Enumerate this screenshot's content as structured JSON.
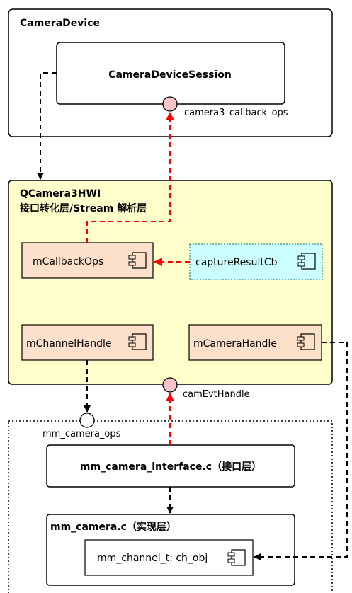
{
  "colors": {
    "frame_stroke": "#000000",
    "hwi_fill": "#ffffcc",
    "component_fill": "#fde0c9",
    "callback_fill": "#ccffff",
    "callback_border": "#2e8b8b",
    "interface_circle_red": "#f9c3c9",
    "red_arrow": "#ff0000",
    "black_arrow": "#000000"
  },
  "camera_device": {
    "title": "CameraDevice",
    "session_label": "CameraDeviceSession",
    "interface_label": "camera3_callback_ops"
  },
  "hwi": {
    "title_line1": "QCamera3HWI",
    "title_line2": "接口转化层/Stream 解析层",
    "callback_ops_label": "mCallbackOps",
    "capture_result_label": "captureResultCb",
    "channel_handle_label": "mChannelHandle",
    "camera_handle_label": "mCameraHandle",
    "interface_label": "camEvtHandle"
  },
  "mm_camera": {
    "ops_interface_label": "mm_camera_ops",
    "interface_c_label": "mm_camera_interface.c（接口层）",
    "camera_c_label": "mm_camera.c（实现层）",
    "channel_obj_label": "mm_channel_t: ch_obj"
  },
  "icons": {
    "component": "uml-component-icon",
    "provided_interface": "lollipop-interface-icon"
  }
}
